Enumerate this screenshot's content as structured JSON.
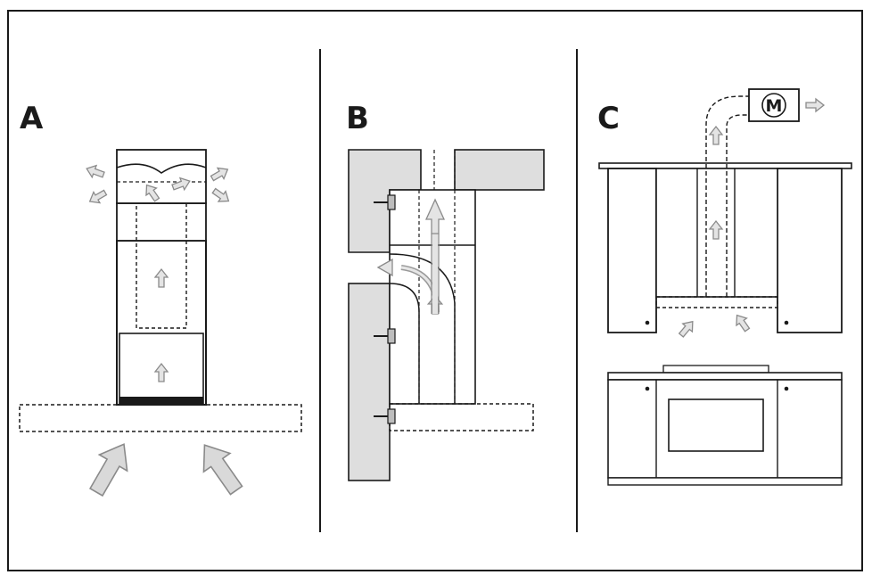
{
  "figure": {
    "panels": [
      {
        "id": "A",
        "label": "A"
      },
      {
        "id": "B",
        "label": "B"
      },
      {
        "id": "C",
        "label": "C"
      }
    ],
    "motor_label": "M",
    "colors": {
      "line": "#1a1a1a",
      "arrow_fill": "#d6d6d6",
      "arrow_stroke": "#8a8a8a",
      "wall_fill": "#dedede",
      "background": "#ffffff"
    }
  }
}
